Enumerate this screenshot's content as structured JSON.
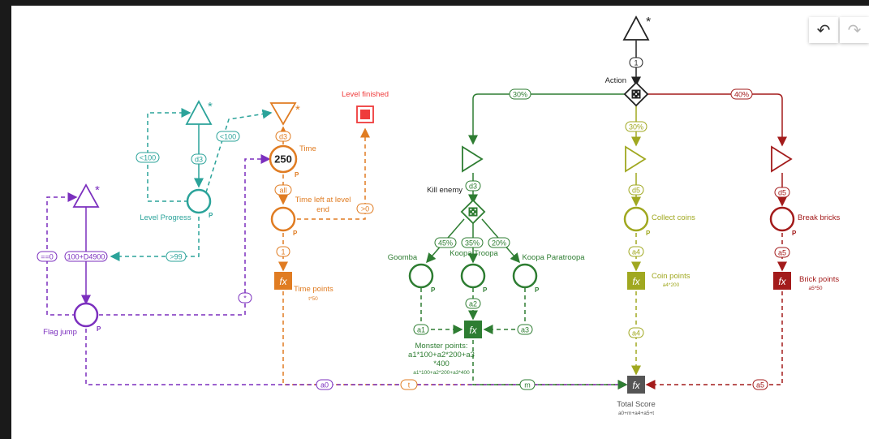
{
  "toolbar": {
    "undo_icon": "↶",
    "redo_icon": "↷"
  },
  "colors": {
    "purple": "#7b2fbe",
    "teal": "#2ba39a",
    "orange": "#e07c22",
    "red": "#ef3b3b",
    "green": "#2e7d32",
    "olive": "#a0a820",
    "darkred": "#a31b1b",
    "gray": "#555555"
  },
  "nodes": {
    "star": "*",
    "action_label": "Action",
    "level_finished": "Level finished",
    "time_label": "Time",
    "time_value": "250",
    "time_left_label_1": "Time left at level",
    "time_left_label_2": "end",
    "level_progress": "Level Progress",
    "flag_jump": "Flag jump",
    "time_points": "Time points",
    "time_points_formula": "t*50",
    "kill_enemy": "Kill enemy",
    "goomba": "Goomba",
    "koopa_troopa": "Koopa Troopa",
    "koopa_paratroopa": "Koopa Paratroopa",
    "monster_points_1": "Monster points:",
    "monster_points_2": "a1*100+a2*200+a3",
    "monster_points_3": "*400",
    "monster_points_formula": "a1*100+a2*200+a3*400",
    "collect_coins": "Collect coins",
    "coin_points": "Coin points",
    "coin_points_formula": "a4*200",
    "break_bricks": "Break bricks",
    "brick_points": "Brick points",
    "brick_points_formula": "a5*50",
    "total_score": "Total Score",
    "total_score_formula": "a0+m+a4+a5+t",
    "fx": "fx",
    "p": "P"
  },
  "edge_labels": {
    "one": "1",
    "pct30_left": "30%",
    "pct30_mid": "30%",
    "pct40": "40%",
    "d3_teal": "d3",
    "lt100_left": "<100",
    "lt100_right": "<100",
    "d3_orange": "d3",
    "all": "all",
    "gt0": ">0",
    "gt99": ">99",
    "expr_purple": "100+D4900",
    "eq0": "==0",
    "one_orange": "1",
    "star_purple": "*",
    "d3_green": "d3",
    "pct45": "45%",
    "pct35": "35%",
    "pct20": "20%",
    "a1": "a1",
    "a2": "a2",
    "a3": "a3",
    "d5_olive": "d5",
    "a4_top": "a4",
    "a4_bottom": "a4",
    "d5_red": "d5",
    "a5_top": "a5",
    "a5_bottom": "a5",
    "a0": "a0",
    "t": "t",
    "m": "m"
  }
}
